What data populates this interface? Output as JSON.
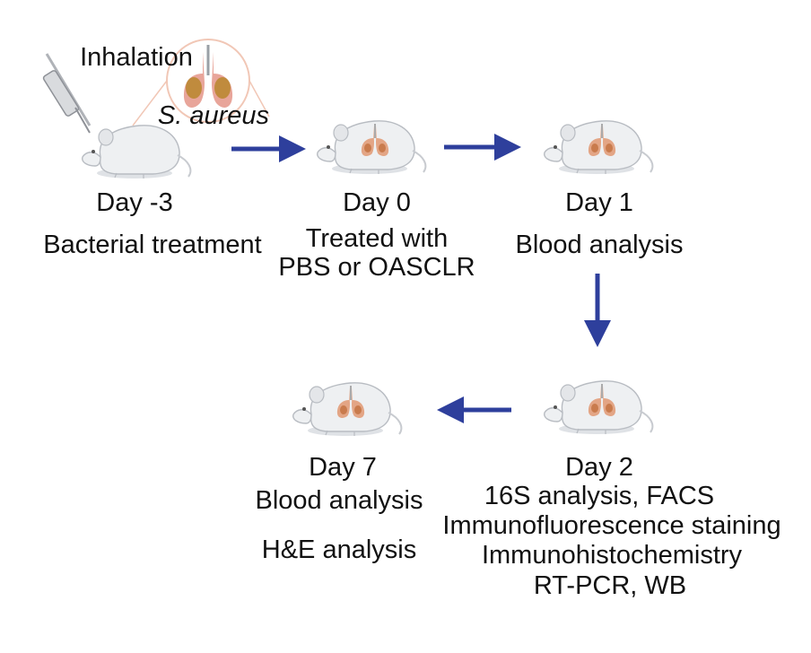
{
  "labels": {
    "inhalation": "Inhalation",
    "bacterium": "S. aureus"
  },
  "stages": [
    {
      "day": "Day -3",
      "desc": [
        "Bacterial treatment"
      ]
    },
    {
      "day": "Day 0",
      "desc": [
        "Treated with",
        "PBS or OASCLR"
      ]
    },
    {
      "day": "Day 1",
      "desc": [
        "Blood analysis"
      ]
    },
    {
      "day": "Day 2",
      "desc": [
        "16S analysis, FACS",
        "Immunofluorescence staining",
        "Immunohistochemistry",
        "RT-PCR, WB"
      ]
    },
    {
      "day": "Day 7",
      "desc": [
        "Blood analysis",
        "H&E analysis"
      ]
    }
  ],
  "colors": {
    "arrow": "#2e3f9c",
    "mouse_body": "#eef0f2",
    "mouse_outline": "#b8bcc2",
    "lung": "#e3a585",
    "lung_dark": "#c2703e",
    "lung_large": "#e8a59a",
    "syringe": "#8e9197"
  },
  "icons": [
    "mouse-icon",
    "lungs-icon",
    "syringe-icon",
    "arrow-right-icon",
    "arrow-down-icon",
    "arrow-left-icon"
  ]
}
